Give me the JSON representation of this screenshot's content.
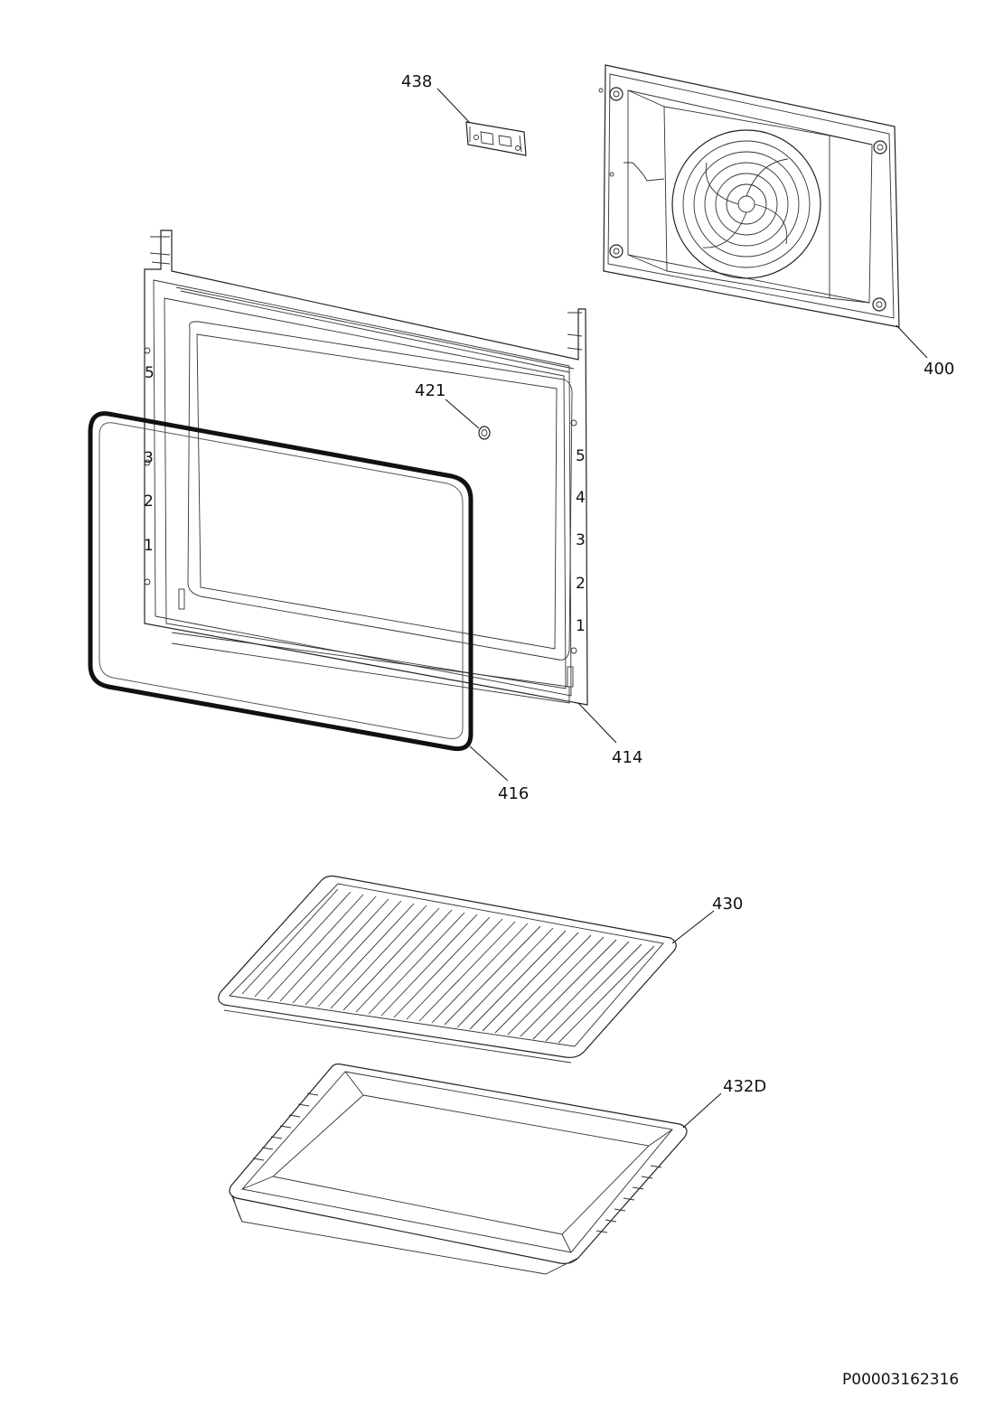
{
  "document": {
    "doc_code": "P00003162316"
  },
  "parts": [
    {
      "id": "back_panel",
      "label": "400"
    },
    {
      "id": "inner_door_frame",
      "label": "414"
    },
    {
      "id": "door_gasket",
      "label": "416"
    },
    {
      "id": "lamp_holder",
      "label": "421"
    },
    {
      "id": "wire_shelf",
      "label": "430"
    },
    {
      "id": "baking_tray",
      "label": "432D"
    },
    {
      "id": "bracket",
      "label": "438"
    }
  ],
  "frame_side_numbers": [
    "1",
    "2",
    "3",
    "4",
    "5"
  ]
}
